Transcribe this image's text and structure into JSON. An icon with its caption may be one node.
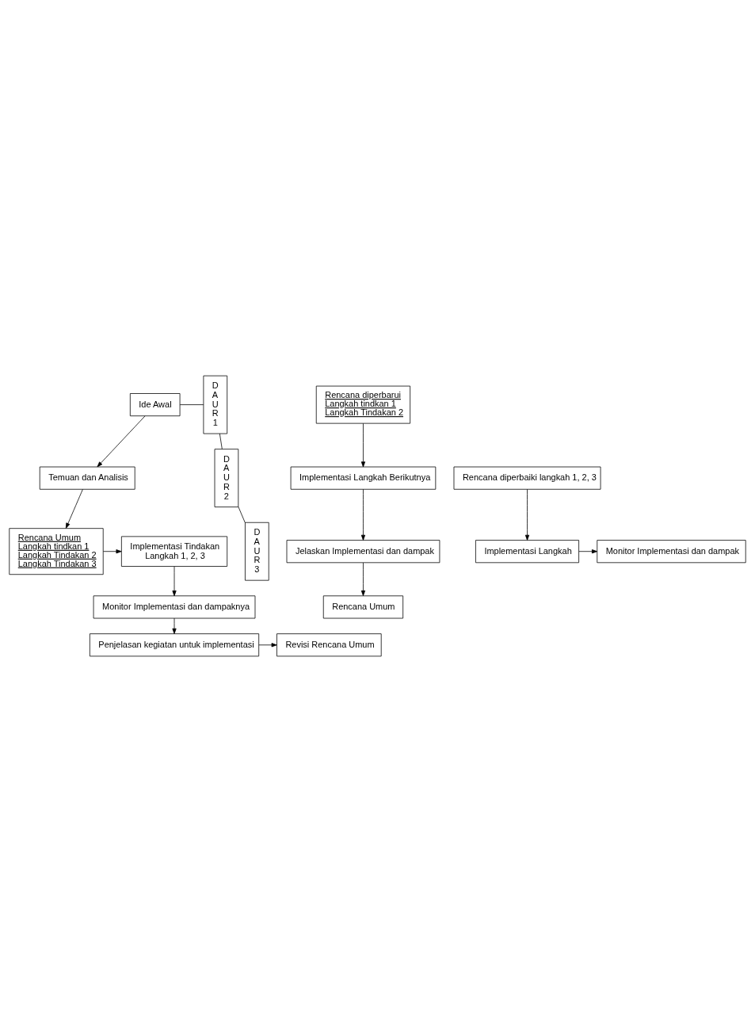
{
  "diagram": {
    "nodes": [
      {
        "text": [
          "Ide Awal"
        ]
      },
      {
        "text": [
          "Temuan dan Analisis"
        ]
      },
      {
        "text": [
          "Rencana Umum",
          "Langkah tindkan 1",
          "Langkah Tindakan 2",
          "Langkah Tindakan 3"
        ]
      },
      {
        "text": [
          "Implementasi Tindakan",
          "Langkah 1, 2, 3"
        ]
      },
      {
        "text": [
          "Monitor Implementasi dan dampaknya"
        ]
      },
      {
        "text": [
          "Penjelasan kegiatan untuk implementasi"
        ]
      },
      {
        "text": [
          "Revisi Rencana Umum"
        ]
      },
      {
        "text": [
          "Rencana diperbarui",
          "Langkah tindkan 1",
          "Langkah Tindakan 2"
        ]
      },
      {
        "text": [
          "Implementasi Langkah Berikutnya"
        ]
      },
      {
        "text": [
          "Jelaskan Implementasi dan dampak"
        ]
      },
      {
        "text": [
          "Rencana Umum"
        ]
      },
      {
        "text": [
          "Rencana diperbaiki langkah 1, 2, 3"
        ]
      },
      {
        "text": [
          "Implementasi Langkah"
        ]
      },
      {
        "text": [
          "Monitor Implementasi dan dampak"
        ]
      },
      {
        "text": [
          "D A U R 1"
        ]
      },
      {
        "text": [
          "D A U R 2"
        ]
      },
      {
        "text": [
          "D A U R 3"
        ]
      }
    ],
    "edges": [
      {
        "from": 0,
        "to": 1,
        "arrow": "to"
      },
      {
        "from": 1,
        "to": 2,
        "arrow": "to"
      },
      {
        "from": 2,
        "to": 3,
        "arrow": "to"
      },
      {
        "from": 3,
        "to": 4,
        "arrow": "to"
      },
      {
        "from": 4,
        "to": 5,
        "arrow": "to"
      },
      {
        "from": 5,
        "to": 6,
        "arrow": "to"
      },
      {
        "from": 7,
        "to": 8,
        "arrow": "to"
      },
      {
        "from": 8,
        "to": 9,
        "arrow": "to"
      },
      {
        "from": 9,
        "to": 10,
        "arrow": "to"
      },
      {
        "from": 11,
        "to": 12,
        "arrow": "to"
      },
      {
        "from": 12,
        "to": 13,
        "arrow": "to"
      },
      {
        "from": 0,
        "to": 14,
        "arrow": "none"
      },
      {
        "from": 14,
        "to": 15,
        "arrow": "none"
      },
      {
        "from": 15,
        "to": 16,
        "arrow": "none"
      }
    ]
  }
}
